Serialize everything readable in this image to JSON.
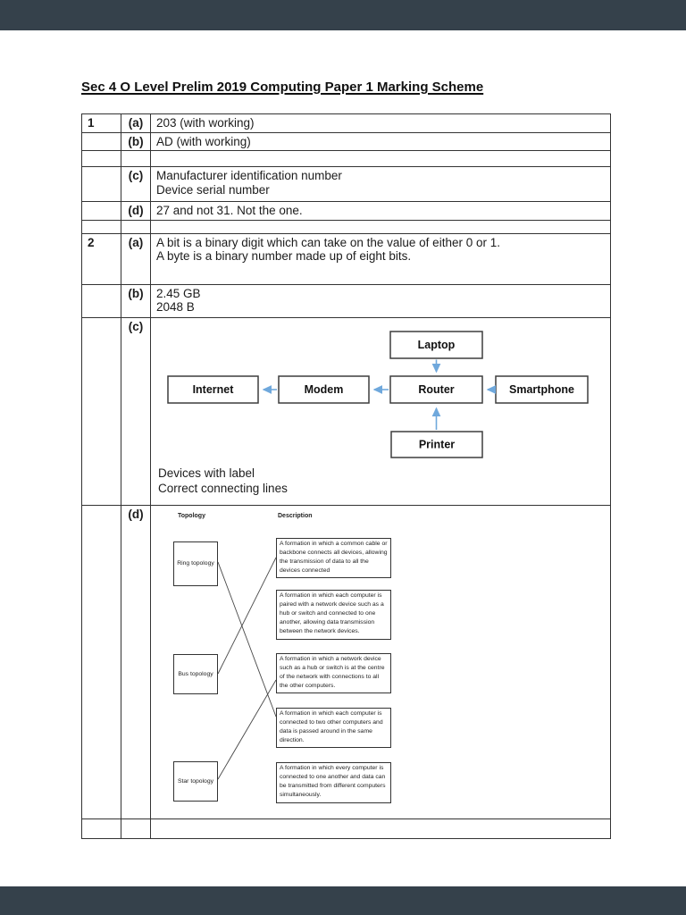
{
  "page": {
    "title": "Sec 4 O Level Prelim 2019 Computing Paper 1 Marking Scheme"
  },
  "table": {
    "rows": [
      {
        "num": "1",
        "letter": "(a)",
        "lines": [
          "203 (with working)"
        ]
      },
      {
        "num": "",
        "letter": "(b)",
        "lines": [
          "AD (with working)"
        ]
      },
      {
        "num": "",
        "letter": "",
        "lines": []
      },
      {
        "num": "",
        "letter": "(c)",
        "lines": [
          "Manufacturer identification number",
          "Device serial number"
        ]
      },
      {
        "num": "",
        "letter": "(d)",
        "lines": [
          "27 and not 31. Not the one."
        ]
      },
      {
        "num": "",
        "letter": "",
        "lines": []
      },
      {
        "num": "2",
        "letter": "(a)",
        "lines": [
          "A bit is a binary digit which can take on the value of either 0 or 1.",
          "A byte is a binary number made up of eight bits."
        ]
      },
      {
        "num": "",
        "letter": "(b)",
        "lines": [
          "2.45 GB",
          "2048 B"
        ]
      },
      {
        "num": "",
        "letter": "(c)"
      },
      {
        "num": "",
        "letter": "(d)"
      },
      {
        "num": "",
        "letter": "",
        "lines": []
      }
    ]
  },
  "network_diagram": {
    "nodes": {
      "laptop": "Laptop",
      "internet": "Internet",
      "modem": "Modem",
      "router": "Router",
      "smartphone": "Smartphone",
      "printer": "Printer"
    },
    "arrows": [
      {
        "from": "Laptop",
        "to": "Router",
        "direction": "down"
      },
      {
        "from": "Router",
        "to": "Modem",
        "direction": "left"
      },
      {
        "from": "Modem",
        "to": "Internet",
        "direction": "left"
      },
      {
        "from": "Smartphone",
        "to": "Router",
        "direction": "left"
      },
      {
        "from": "Printer",
        "to": "Router",
        "direction": "up"
      }
    ],
    "arrow_color": "#6fa8dc",
    "notes": [
      "Devices with label",
      "Correct connecting lines"
    ]
  },
  "matching_diagram": {
    "col1_header": "Topology",
    "col2_header": "Description",
    "topologies": [
      "Ring topology",
      "Bus topology",
      "Star topology"
    ],
    "descriptions": [
      "A formation in which a common cable or backbone connects all devices, allowing the transmission of data to all the devices connected",
      "A formation in which each computer is paired with a network device such as a hub or switch and connected to one another, allowing data transmission between the network devices.",
      "A formation in which a network device such as a hub or switch is at the centre of the network with connections to all the other computers.",
      "A formation in which each computer is connected to two other computers and data is passed around in the same direction.",
      "A formation in which every computer is connected to one another and data can be transmitted from different computers simultaneously."
    ],
    "connections": [
      {
        "topology": "Ring topology",
        "description_index": 3
      },
      {
        "topology": "Bus topology",
        "description_index": 0
      },
      {
        "topology": "Star topology",
        "description_index": 2
      }
    ]
  }
}
